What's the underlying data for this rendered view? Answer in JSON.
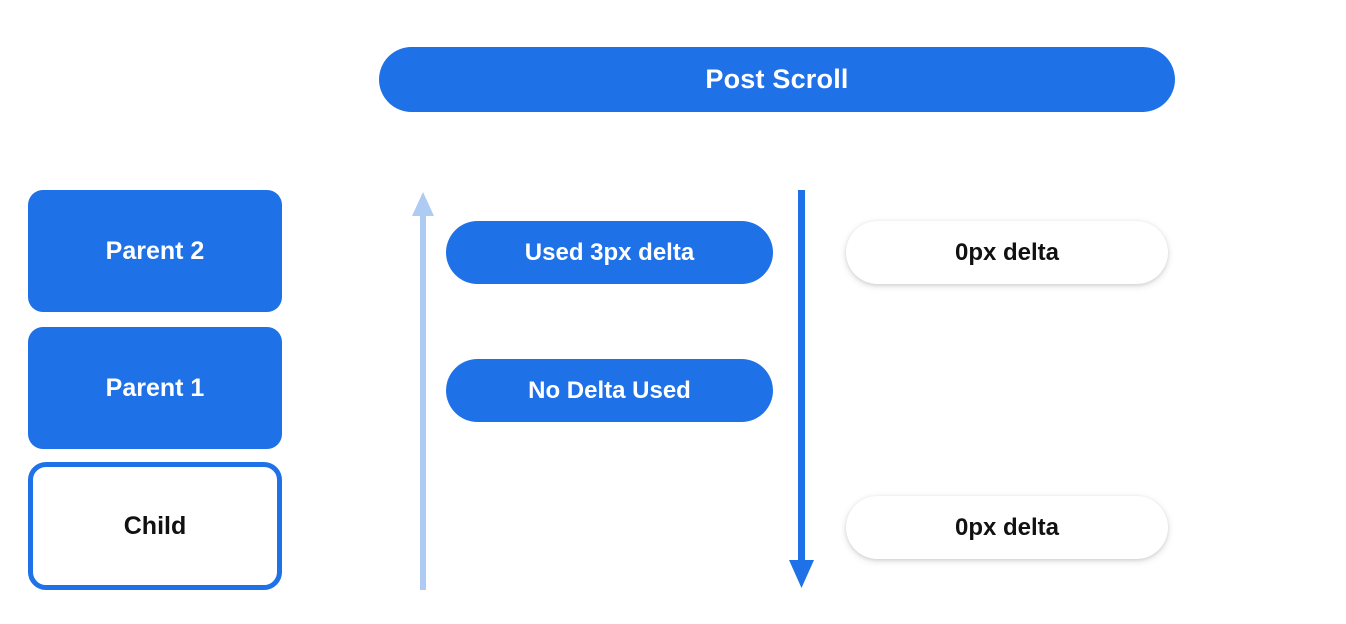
{
  "header": {
    "title": "Post Scroll",
    "background_color": "#1f71e8",
    "text_color": "#ffffff"
  },
  "left_column": {
    "name": "scroll-chain-stack",
    "boxes": [
      {
        "label": "Parent 2",
        "style": "filled",
        "fill": "#1f71e8",
        "text_color": "#ffffff"
      },
      {
        "label": "Parent 1",
        "style": "filled",
        "fill": "#1f71e8",
        "text_color": "#ffffff"
      },
      {
        "label": "Child",
        "style": "outlined",
        "fill": "#ffffff",
        "border_color": "#1f71e8",
        "text_color": "#111111"
      }
    ]
  },
  "arrows": [
    {
      "name": "scroll-up-arrow",
      "direction": "up",
      "color": "#aecbf4",
      "description": "light blue upward arrow along the delta column"
    },
    {
      "name": "scroll-down-arrow",
      "direction": "down",
      "color": "#1f71e8",
      "description": "solid blue downward arrow along the delta column"
    }
  ],
  "middle_column": {
    "name": "delta-consumption-labels",
    "pills": [
      {
        "label": "Used 3px delta",
        "fill": "#1f71e8",
        "text_color": "#ffffff"
      },
      {
        "label": "No Delta Used",
        "fill": "#1f71e8",
        "text_color": "#ffffff"
      }
    ]
  },
  "right_column": {
    "name": "remaining-delta-labels",
    "pills": [
      {
        "label": "0px delta",
        "fill": "#ffffff",
        "text_color": "#111111"
      },
      {
        "label": "0px delta",
        "fill": "#ffffff",
        "text_color": "#111111"
      }
    ]
  }
}
